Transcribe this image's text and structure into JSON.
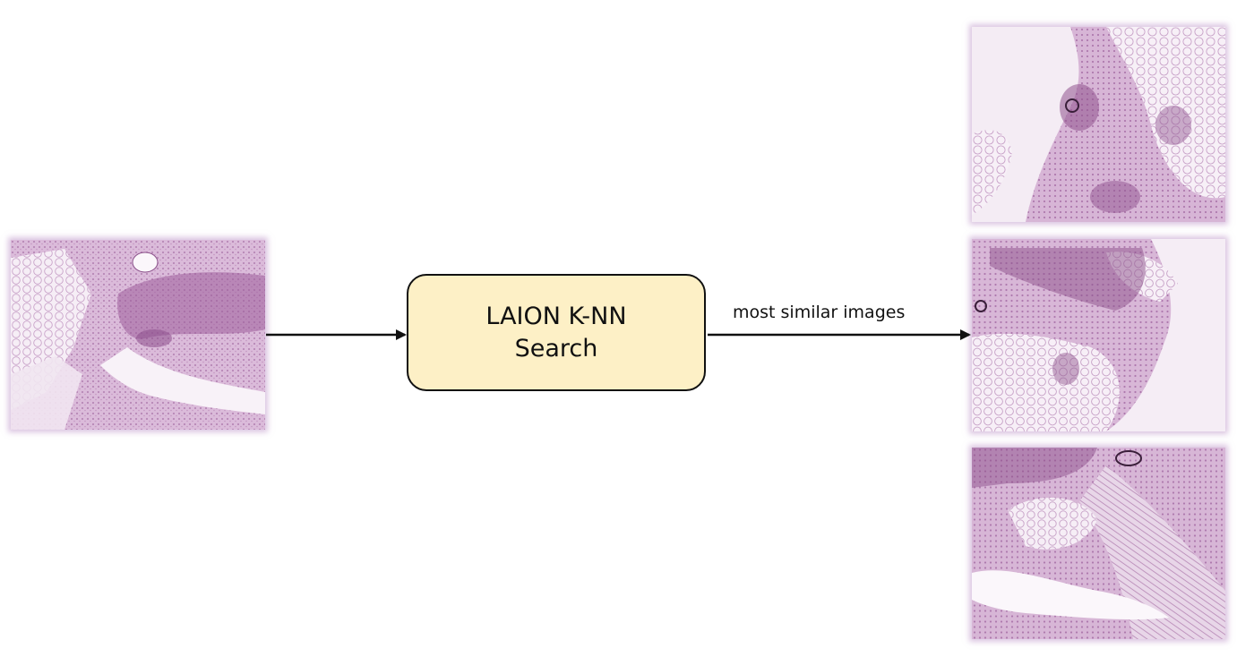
{
  "diagram": {
    "search_box": {
      "line1": "LAION K-NN",
      "line2": "Search"
    },
    "edge_label": "most similar images",
    "colors": {
      "box_fill": "#fdf0c6",
      "box_border": "#111111",
      "tissue_base": "#e8d3e7",
      "tissue_dense": "#a96fa6",
      "background_slide": "#f3eaf3",
      "tile_glow": "#be96c8"
    },
    "nodes": {
      "query": "query histology image",
      "results": [
        "similar image 1",
        "similar image 2",
        "similar image 3"
      ]
    }
  }
}
